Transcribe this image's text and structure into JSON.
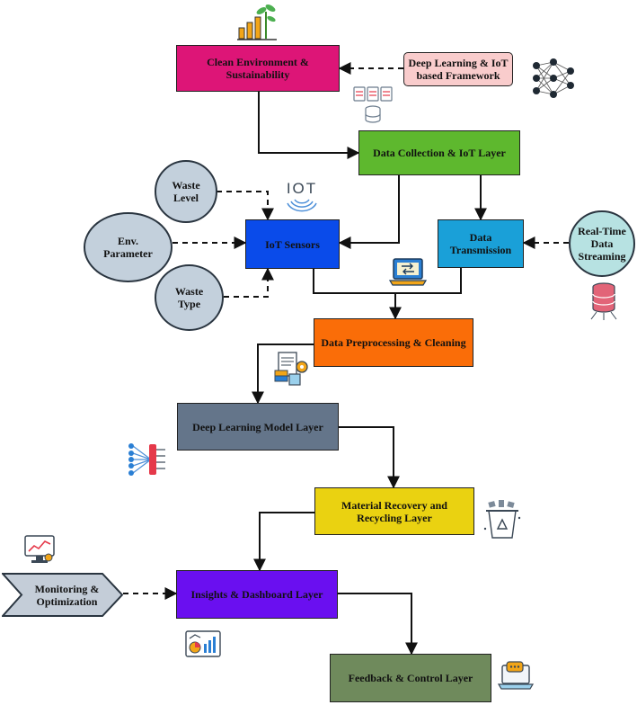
{
  "nodes": {
    "clean_env": "Clean Environment &\nSustainability",
    "dl_iot_framework": "Deep Learning & IoT\nbased Framework",
    "data_collection": "Data Collection & IoT Layer",
    "waste_level": "Waste\nLevel",
    "env_parameter": "Env.\nParameter",
    "waste_type": "Waste\nType",
    "iot_sensors": "IoT Sensors",
    "data_transmission": "Data\nTransmission",
    "realtime_streaming": "Real-Time\nData\nStreaming",
    "preprocessing": "Data Preprocessing & Cleaning",
    "dl_model": "Deep Learning Model Layer",
    "material_recovery": "Material Recovery and\nRecycling Layer",
    "monitoring": "Monitoring &\nOptimization",
    "insights": "Insights & Dashboard Layer",
    "feedback": "Feedback & Control Layer"
  },
  "iot_logo_text": "IOT",
  "colors": {
    "clean_env": "#dd1577",
    "dl_iot_framework": "#f9cccc",
    "data_collection": "#5eb82e",
    "iot_sensors": "#0a4bea",
    "data_transmission": "#1aa0d8",
    "realtime_streaming": "#b7e2e2",
    "preprocessing": "#fa6d08",
    "dl_model": "#64758a",
    "material_recovery": "#ead211",
    "monitoring": "#c4cdd8",
    "insights": "#6a0ff0",
    "feedback": "#6f8a5c"
  },
  "icons": [
    "plant-growth-chart-icon",
    "neural-network-icon",
    "documents-database-icon",
    "iot-logo-icon",
    "laptop-transfer-icon",
    "server-database-icon",
    "report-settings-icon",
    "neural-layers-icon",
    "recycling-bin-icon",
    "monitor-analytics-icon",
    "dashboard-charts-icon",
    "laptop-chat-icon"
  ]
}
